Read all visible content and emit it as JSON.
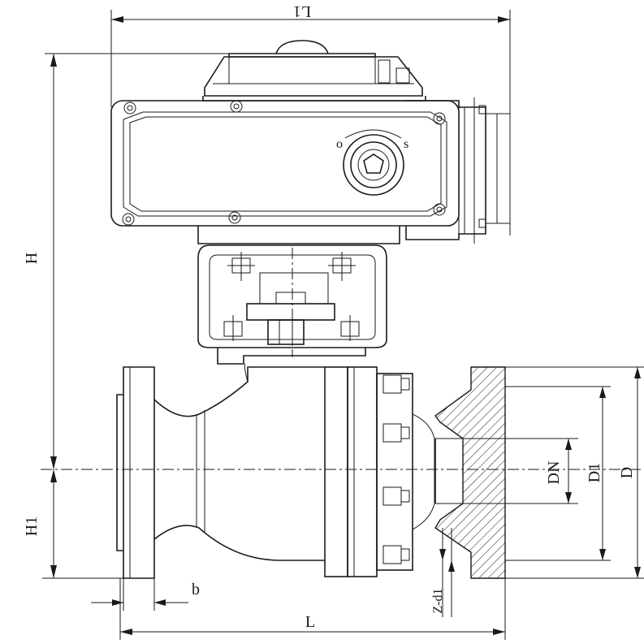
{
  "drawing": {
    "dimensions": {
      "L1": "L1",
      "H": "H",
      "H1": "H1",
      "L": "L",
      "b": "b",
      "DN": "DN",
      "D1": "D1",
      "D": "D",
      "z_d1": "Z-d1"
    },
    "indicator": {
      "open": "o",
      "shut": "s"
    }
  }
}
